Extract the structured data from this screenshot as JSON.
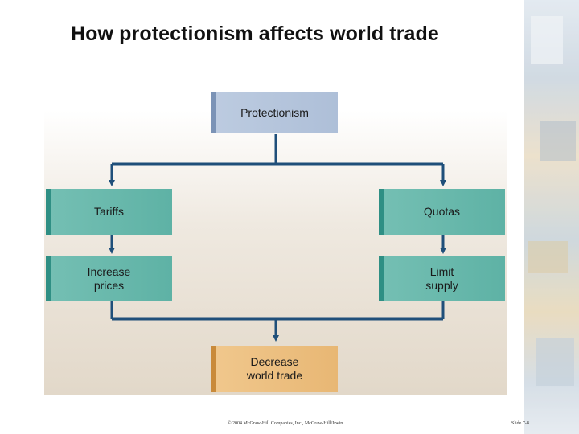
{
  "slide": {
    "title": "How protectionism affects world trade",
    "footer_left": "© 2004 McGraw-Hill Companies, Inc., McGraw-Hill/Irwin",
    "footer_right": "Slide 7-8"
  },
  "diagram": {
    "nodes": {
      "protectionism": "Protectionism",
      "tariffs": "Tariffs",
      "quotas": "Quotas",
      "increase_prices": "Increase\nprices",
      "limit_supply": "Limit\nsupply",
      "decrease_trade": "Decrease\nworld trade"
    },
    "edges": [
      [
        "protectionism",
        "tariffs"
      ],
      [
        "protectionism",
        "quotas"
      ],
      [
        "tariffs",
        "increase_prices"
      ],
      [
        "quotas",
        "limit_supply"
      ],
      [
        "increase_prices",
        "decrease_trade"
      ],
      [
        "limit_supply",
        "decrease_trade"
      ]
    ],
    "colors": {
      "top": "#aebfd8",
      "middle": "#5eb2a5",
      "bottom": "#e8b774",
      "connector": "#1f4f7a"
    }
  }
}
